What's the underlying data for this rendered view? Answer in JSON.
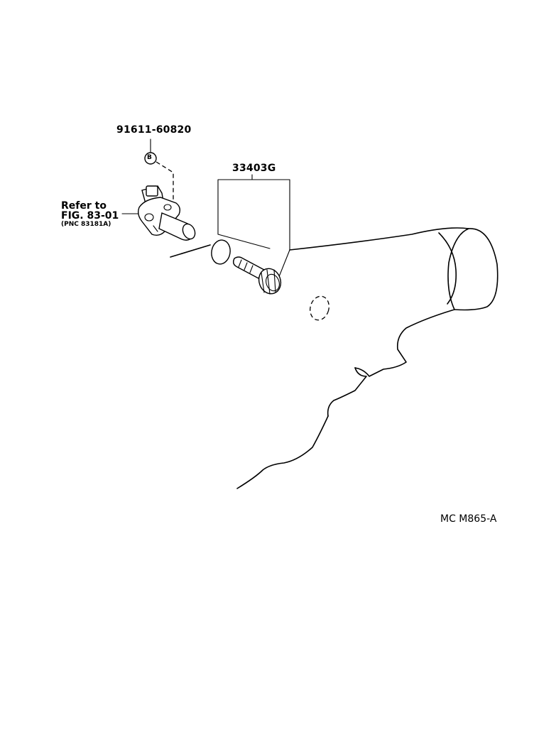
{
  "labels": {
    "part_bolt": "91611-60820",
    "circle_mark": "B",
    "part_assembly": "33403G",
    "refer_line1": "Refer to",
    "refer_line2": "FIG. 83-01",
    "refer_line3": "(PNC 83181A)",
    "diagram_code": "MC M865-A"
  },
  "colors": {
    "ink": "#000000",
    "background": "#ffffff"
  }
}
